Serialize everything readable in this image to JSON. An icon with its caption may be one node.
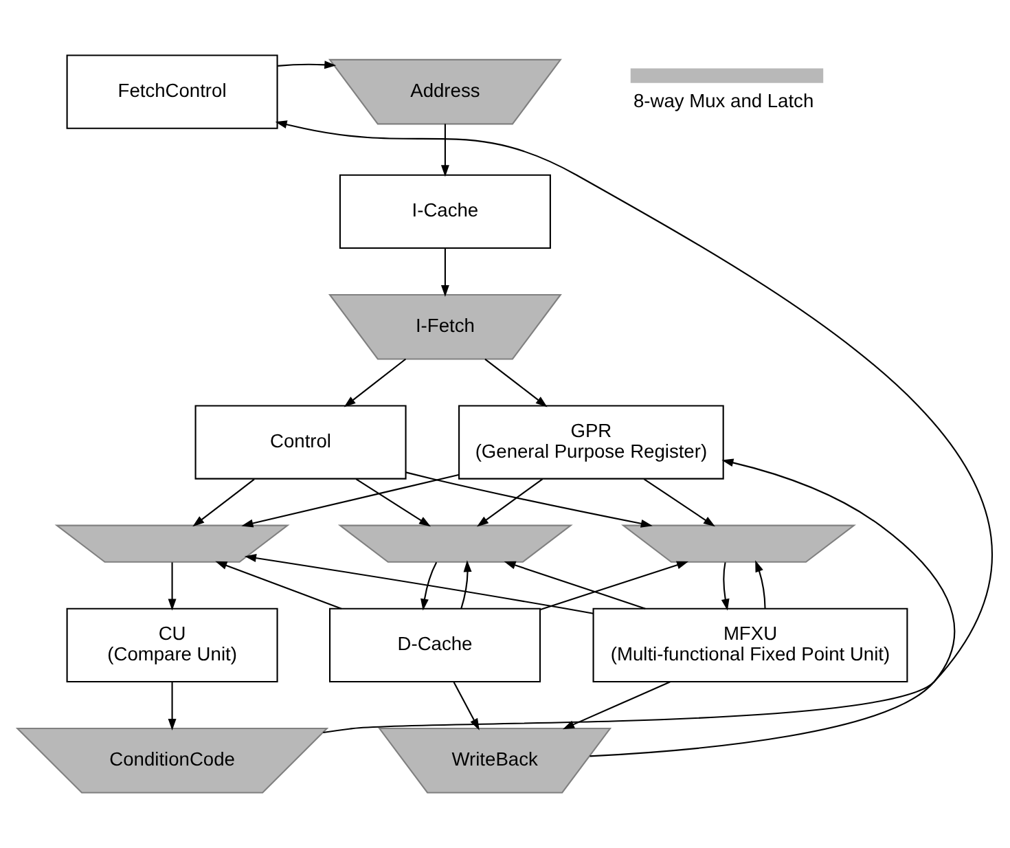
{
  "diagram": {
    "nodes": [
      {
        "text": [
          "FetchControl"
        ]
      },
      {
        "text": [
          "Address"
        ]
      },
      {
        "text": [
          "I-Cache"
        ]
      },
      {
        "text": [
          "I-Fetch"
        ]
      },
      {
        "text": [
          "Control"
        ]
      },
      {
        "text": [
          "GPR",
          "(General Purpose Register)"
        ]
      },
      {
        "text": [],
        "shape": "trapezoid"
      },
      {
        "text": [],
        "shape": "trapezoid"
      },
      {
        "text": [],
        "shape": "trapezoid"
      },
      {
        "text": [
          "CU",
          "(Compare Unit)"
        ]
      },
      {
        "text": [
          "D-Cache"
        ]
      },
      {
        "text": [
          "MFXU",
          "(Multi-functional Fixed Point Unit)"
        ]
      },
      {
        "text": [
          "ConditionCode"
        ]
      },
      {
        "text": [
          "WriteBack"
        ]
      }
    ],
    "edges": [
      {
        "from": 0,
        "to": 1,
        "arrow": "to"
      },
      {
        "from": 1,
        "to": 2,
        "arrow": "to"
      },
      {
        "from": 2,
        "to": 3,
        "arrow": "to"
      },
      {
        "from": 3,
        "to": 4,
        "arrow": "to"
      },
      {
        "from": 3,
        "to": 5,
        "arrow": "to"
      },
      {
        "from": 4,
        "to": 6,
        "arrow": "to"
      },
      {
        "from": 4,
        "to": 7,
        "arrow": "to"
      },
      {
        "from": 4,
        "to": 8,
        "arrow": "to"
      },
      {
        "from": 5,
        "to": 6,
        "arrow": "to"
      },
      {
        "from": 5,
        "to": 7,
        "arrow": "to"
      },
      {
        "from": 5,
        "to": 8,
        "arrow": "to"
      },
      {
        "from": 10,
        "to": 6,
        "arrow": "to"
      },
      {
        "from": 10,
        "to": 7,
        "arrow": "to"
      },
      {
        "from": 10,
        "to": 8,
        "arrow": "to"
      },
      {
        "from": 10,
        "to": 13,
        "arrow": "to"
      },
      {
        "from": 11,
        "to": 6,
        "arrow": "to"
      },
      {
        "from": 11,
        "to": 7,
        "arrow": "to"
      },
      {
        "from": 11,
        "to": 8,
        "arrow": "to"
      },
      {
        "from": 11,
        "to": 13,
        "arrow": "to"
      },
      {
        "from": 6,
        "to": 9,
        "arrow": "to"
      },
      {
        "from": 7,
        "to": 10,
        "arrow": "to"
      },
      {
        "from": 8,
        "to": 11,
        "arrow": "to"
      },
      {
        "from": 9,
        "to": 12,
        "arrow": "to"
      },
      {
        "from": 12,
        "to": 0,
        "arrow": "to"
      },
      {
        "from": 13,
        "to": 5,
        "arrow": "to"
      }
    ],
    "legend": [
      {
        "text": "8-way Mux and Latch"
      }
    ]
  }
}
